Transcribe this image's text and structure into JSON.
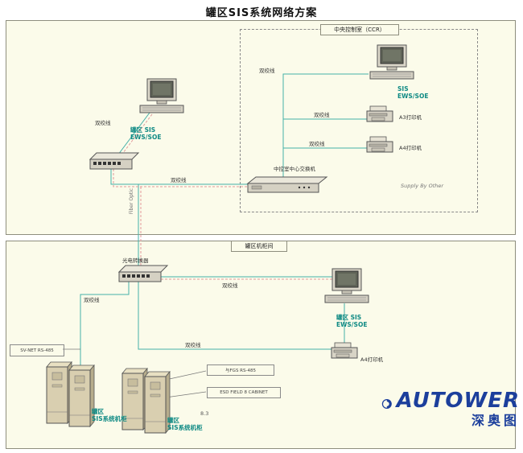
{
  "title": "罐区SIS系统网络方案",
  "colors": {
    "panel_bg": "#fbfbea",
    "teal_line": "#45b0a8",
    "pink_line": "#e09a9a",
    "device_label": "#0f8a84",
    "logo_blue": "#1c3f9c"
  },
  "common": {
    "twisted_pair": "双绞线",
    "fiber_optic_en": "Fiber Optic",
    "a3_printer": "A3打印机",
    "a4_printer": "A4打印机"
  },
  "top_panel": {
    "ccr_title": "中央控制室（CCR）",
    "tank_ews_label": "罐区 SIS\nEWS/SOE",
    "sis_ews_label": "SIS\nEWS/SOE",
    "central_switch": "中控室中心交换机",
    "supply_by_other": "Supply By Other"
  },
  "bottom_panel": {
    "room_title": "罐区机柜间",
    "converter": "光电转换器",
    "tank_ews_label": "罐区 SIS\nEWS/SOE",
    "cabinet_label": "罐区\nSIS系统机柜",
    "annotation_box": "SV-NET RS-485",
    "bracket1": "与FGS RS-485",
    "bracket2": "ESD FIELD 8 CABINET",
    "note": "8.3"
  },
  "logo": {
    "name": "AUTOWER",
    "subtitle": "深奥图"
  }
}
